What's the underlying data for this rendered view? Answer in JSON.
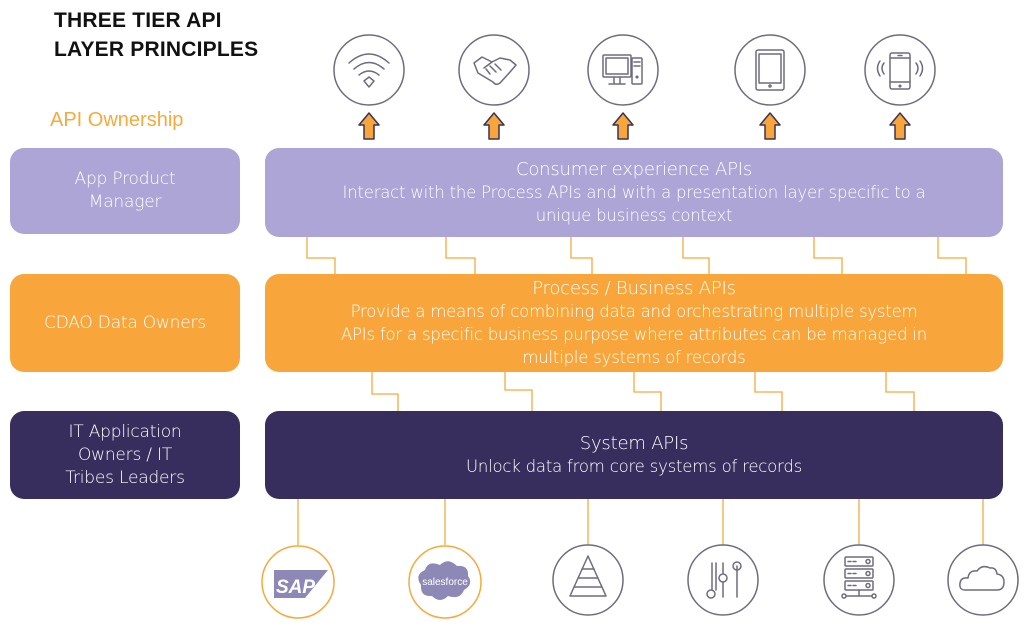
{
  "title": {
    "line1": "THREE TIER API",
    "line2": "LAYER PRINCIPLES"
  },
  "ownership_label": "API Ownership",
  "colors": {
    "consumer": "#aca5d5",
    "process": "#f8a63c",
    "system": "#372e5d",
    "accent_orange": "#f7a93c",
    "icon_stroke": "#6f6b7e"
  },
  "owners": [
    {
      "label_lines": [
        "App Product",
        "Manager"
      ]
    },
    {
      "label_lines": [
        "CDAO Data Owners"
      ]
    },
    {
      "label_lines": [
        "IT Application",
        "Owners / IT",
        "Tribes Leaders"
      ]
    }
  ],
  "layers": [
    {
      "title": "Consumer experience APIs",
      "description_lines": [
        "Interact with the Process APIs and with a presentation layer specific to  a",
        "unique business context"
      ]
    },
    {
      "title": "Process / Business APIs",
      "description_lines": [
        "Provide a means of combining data and orchestrating multiple system",
        "APIs for a specific business purpose where attributes can be managed in",
        "multiple systems of records"
      ]
    },
    {
      "title": "System APIs",
      "description_lines": [
        "Unlock data from core systems of records"
      ]
    }
  ],
  "consumer_channels": [
    {
      "icon": "wifi-icon"
    },
    {
      "icon": "handshake-icon"
    },
    {
      "icon": "desktop-computer-icon"
    },
    {
      "icon": "tablet-icon"
    },
    {
      "icon": "smartphone-icon"
    }
  ],
  "systems_of_record": [
    {
      "icon": "sap-logo",
      "label": "SAP"
    },
    {
      "icon": "salesforce-logo",
      "label": "salesforce"
    },
    {
      "icon": "pyramid-icon"
    },
    {
      "icon": "sliders-icon"
    },
    {
      "icon": "server-icon"
    },
    {
      "icon": "cloud-icon"
    }
  ]
}
